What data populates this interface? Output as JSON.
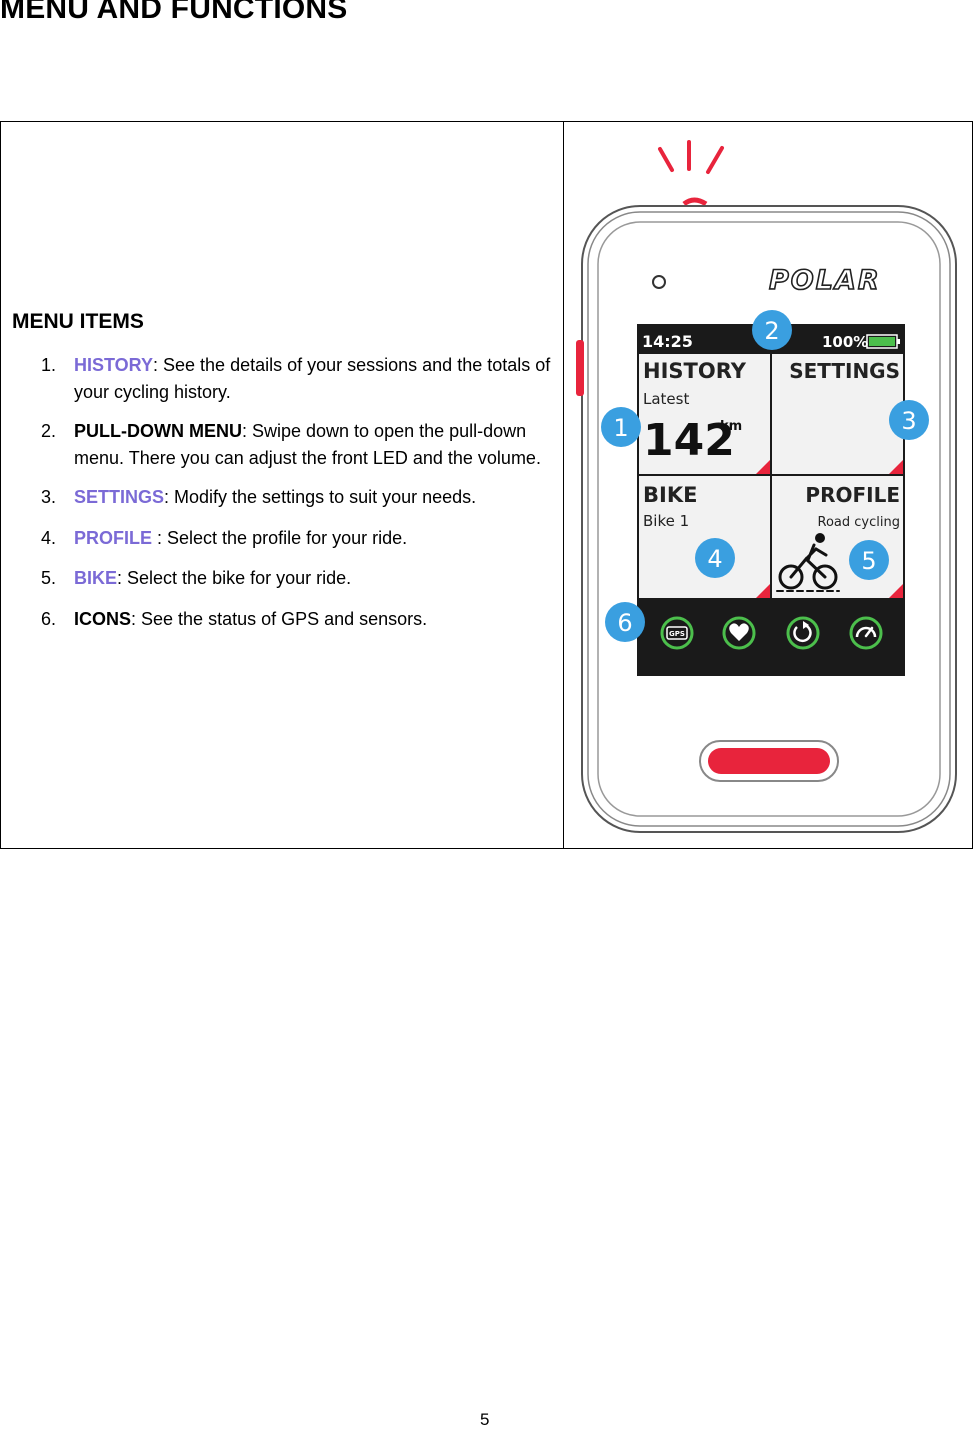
{
  "page": {
    "title": "MENU AND FUNCTIONS",
    "page_number": "5"
  },
  "menu_section": {
    "heading": "MENU ITEMS",
    "items": [
      {
        "number": "1.",
        "term": "HISTORY",
        "description": ": See the details of your sessions and the totals of your cycling history."
      },
      {
        "number": "2.",
        "term": "PULL-DOWN MENU",
        "description": ": Swipe down to open the pull-down menu. There you can adjust the front LED and the volume."
      },
      {
        "number": "3.",
        "term": "SETTINGS",
        "description": ": Modify the settings to suit your needs."
      },
      {
        "number": "4.",
        "term": "PROFILE",
        "description": " : Select the profile for your ride."
      },
      {
        "number": "5.",
        "term": "BIKE",
        "description": ": Select the bike for your ride."
      },
      {
        "number": "6.",
        "term": "ICONS",
        "description": ": See the status of GPS and sensors."
      }
    ]
  },
  "device": {
    "brand": "POLAR",
    "status_time": "14:25",
    "battery_percent": "100%",
    "battery_level": 1.0,
    "tiles": {
      "history": {
        "title": "HISTORY",
        "subtitle": "Latest",
        "value": "142",
        "unit": "km"
      },
      "settings": {
        "title": "SETTINGS"
      },
      "bike": {
        "title": "BIKE",
        "subtitle": "Bike 1"
      },
      "profile": {
        "title": "PROFILE",
        "subtitle": "Road cycling"
      }
    },
    "status_icons": [
      "gps-icon",
      "heart-icon",
      "cadence-icon",
      "speed-icon"
    ],
    "gps_label": "GPS",
    "callouts": [
      "1",
      "2",
      "3",
      "4",
      "5",
      "6"
    ],
    "colors": {
      "accent_text": "#7b6ad6",
      "callout_blue": "#3a9fe0",
      "led_red": "#e8243c",
      "icon_green": "#4cbf4c",
      "tile_bg": "#f2f2f2",
      "icon_bar": "#1a1a1a"
    }
  }
}
